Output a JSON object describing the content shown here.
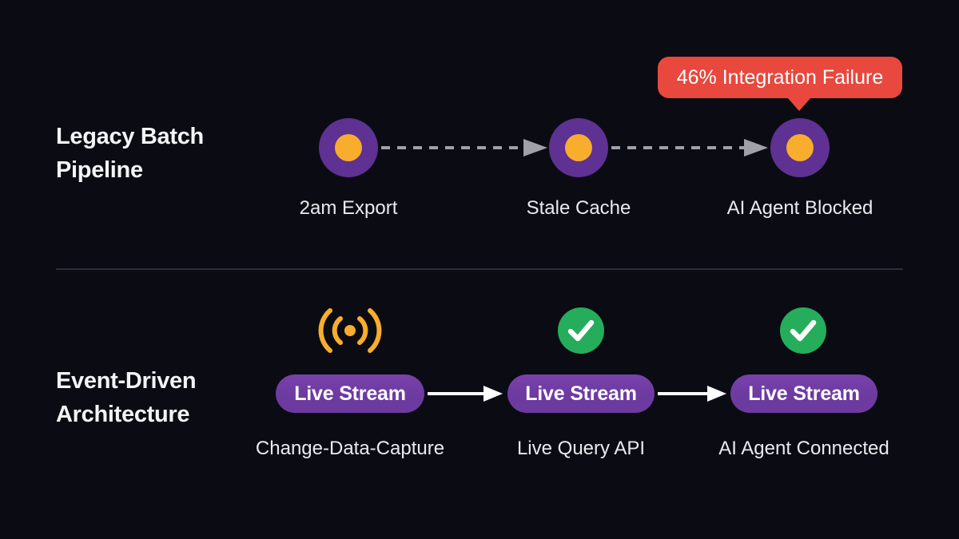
{
  "colors": {
    "bg": "#0b0c13",
    "node-purple": "#5e3192",
    "pill-purple": "#6d3aa0",
    "accent-orange": "#f8ad2d",
    "alert-red": "#e8483d",
    "success-green": "#25ad5b",
    "dash-gray": "#9fa0a8",
    "text-primary": "#f4f4f6",
    "text-label": "#e9e9ee",
    "divider": "#2c2d38"
  },
  "legacy_section": {
    "title_line1": "Legacy Batch",
    "title_line2": "Pipeline",
    "callout_text": "46% Integration Failure",
    "node_labels": [
      "2am Export",
      "Stale Cache",
      "AI Agent Blocked"
    ]
  },
  "event_section": {
    "title_line1": "Event-Driven",
    "title_line2": "Architecture",
    "pill_labels": [
      "Live Stream",
      "Live Stream",
      "Live Stream"
    ],
    "column_labels": [
      "Change-Data-Capture",
      "Live Query API",
      "AI Agent Connected"
    ],
    "icons": [
      "broadcast-icon",
      "check-icon",
      "check-icon"
    ]
  }
}
